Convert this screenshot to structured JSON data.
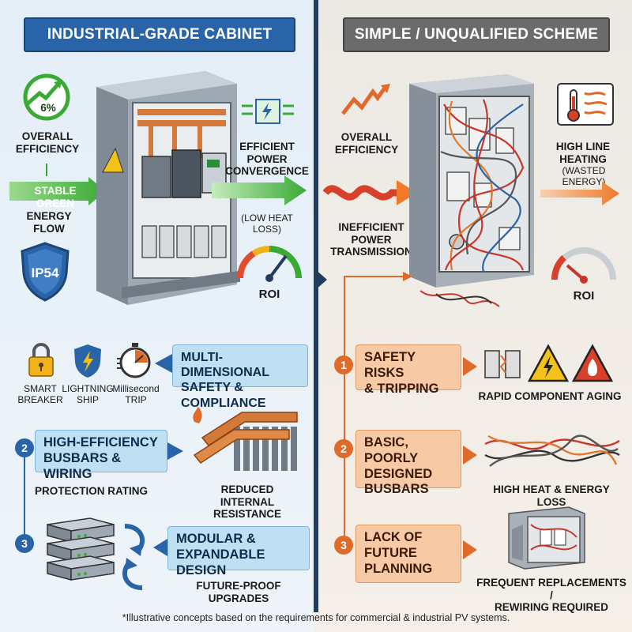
{
  "left": {
    "banner": "INDUSTRIAL-GRADE CABINET",
    "efficiency_badge": "6%",
    "overall_efficiency": "OVERALL\nEFFICIENCY",
    "stable_flow": "STABLE GREEN",
    "energy_flow": "ENERGY FLOW",
    "ip_rating": "IP54",
    "efficient_power": "EFFICIENT POWER\nCONVERGENCE",
    "low_heat": "(LOW HEAT LOSS)",
    "roi": "ROI",
    "icons": [
      {
        "label": "SMART\nBREAKER"
      },
      {
        "label": "LIGHTNING\nSHIP"
      },
      {
        "label": "Millisecond\nTRIP"
      }
    ],
    "items": [
      {
        "number": "",
        "title": "MULTI-DIMENSIONAL\nSAFETY & COMPLIANCE",
        "caption": ""
      },
      {
        "number": "2",
        "title": "HIGH-EFFICIENCY\nBUSBARS & WIRING",
        "caption": "PROTECTION RATING",
        "side_caption": "REDUCED INTERNAL\nRESISTANCE"
      },
      {
        "number": "3",
        "title": "MODULAR &\nEXPANDABLE DESIGN",
        "caption": "FUTURE-PROOF UPGRADES"
      }
    ]
  },
  "right": {
    "banner": "SIMPLE / UNQUALIFIED SCHEME",
    "overall_efficiency": "OVERALL\nEFFICIENCY",
    "high_line_heating": "HIGH LINE\nHEATING",
    "wasted_energy": "(WASTED ENERGY)",
    "inefficient": "INEFFICIENT\nPOWER\nTRANSMISSION",
    "roi": "ROI",
    "items": [
      {
        "number": "1",
        "title": "SAFETY RISKS\n& TRIPPING",
        "caption": "RAPID COMPONENT AGING"
      },
      {
        "number": "2",
        "title": "BASIC, POORLY\nDESIGNED\nBUSBARS",
        "caption": "HIGH HEAT & ENERGY LOSS"
      },
      {
        "number": "3",
        "title": "LACK OF\nFUTURE\nPLANNING",
        "caption": "FREQUENT REPLACEMENTS /\nREWIRING REQUIRED"
      }
    ]
  },
  "footnote": "*Illustrative concepts based on the requirements for commercial & industrial PV systems.",
  "colors": {
    "blue": "#2a64a8",
    "green": "#3aaa35",
    "orange": "#e06a2a",
    "gray": "#6b6b6b",
    "navy": "#233c5e"
  }
}
